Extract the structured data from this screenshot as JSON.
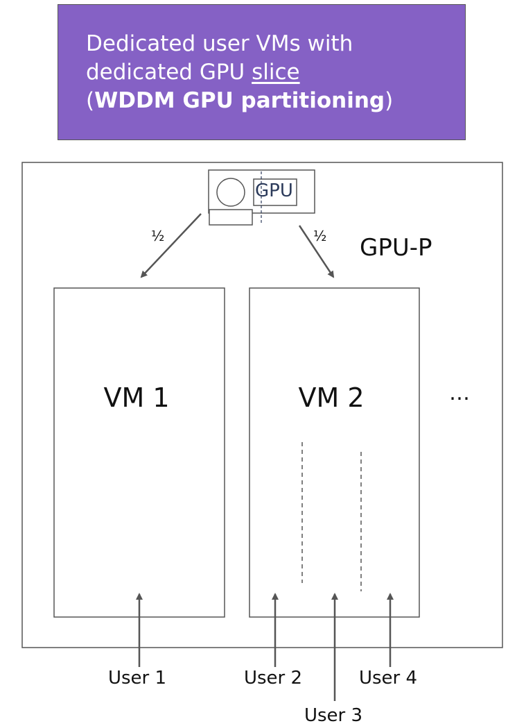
{
  "banner": {
    "line1": "Dedicated user VMs with",
    "line2_prefix": "dedicated GPU ",
    "line2_underlined": "slice",
    "line3_open": "(",
    "line3_bold": "WDDM GPU partitioning",
    "line3_close": ")",
    "background_color": "#8561c5"
  },
  "host": {
    "label": "GPU-P",
    "gpu_label": "GPU",
    "share_left": "½",
    "share_right": "½",
    "more": "…"
  },
  "vms": [
    {
      "label": "VM 1"
    },
    {
      "label": "VM 2"
    }
  ],
  "users": [
    {
      "label": "User 1"
    },
    {
      "label": "User 2"
    },
    {
      "label": "User 3"
    },
    {
      "label": "User 4"
    }
  ]
}
